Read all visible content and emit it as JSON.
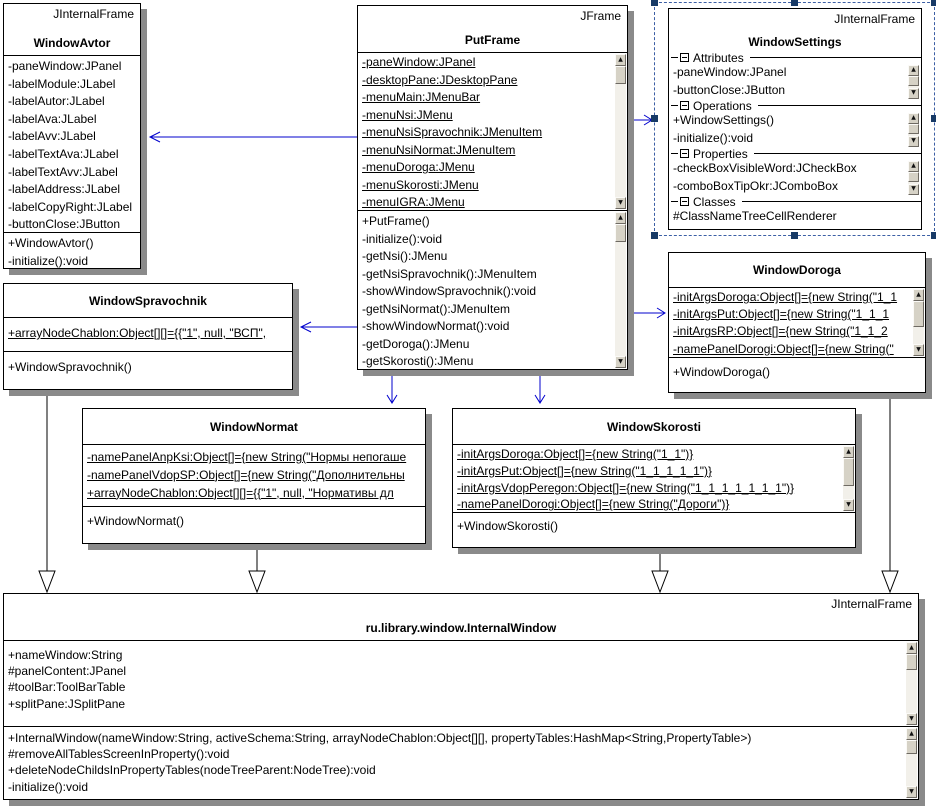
{
  "colors": {
    "dependency_arrow": "#0000cd",
    "inheritance_line": "#000000",
    "box_shadow": "#8a8a8a",
    "selection_handle": "#173a66",
    "selection_border": "#3c5fa5"
  },
  "icons": {
    "collapse": "−",
    "scroll_up": "▲",
    "scroll_down": "▼"
  },
  "classes": {
    "windowAvtor": {
      "stereotype": "JInternalFrame",
      "name": "WindowAvtor",
      "attributes": [
        "-paneWindow:JPanel",
        "-labelModule:JLabel",
        "-labelAutor:JLabel",
        "-labelAva:JLabel",
        "-labelAvv:JLabel",
        "-labelTextAva:JLabel",
        "-labelTextAvv:JLabel",
        "-labelAddress:JLabel",
        "-labelCopyRight:JLabel",
        "-buttonClose:JButton"
      ],
      "methods": [
        "+WindowAvtor()",
        "-initialize():void"
      ]
    },
    "putFrame": {
      "stereotype": "JFrame",
      "name": "PutFrame",
      "attributes": [
        "-paneWindow:JPanel",
        "-desktopPane:JDesktopPane",
        "-menuMain:JMenuBar",
        "-menuNsi:JMenu",
        "-menuNsiSpravochnik:JMenuItem",
        "-menuNsiNormat:JMenuItem",
        "-menuDoroga:JMenu",
        "-menuSkorosti:JMenu",
        "-menuIGRA:JMenu"
      ],
      "methods": [
        "+PutFrame()",
        "-initialize():void",
        "-getNsi():JMenu",
        "-getNsiSpravochnik():JMenuItem",
        "-showWindowSpravochnik():void",
        "-getNsiNormat():JMenuItem",
        "-showWindowNormat():void",
        "-getDoroga():JMenu",
        "-getSkorosti():JMenu"
      ]
    },
    "windowSettings": {
      "stereotype": "JInternalFrame",
      "name": "WindowSettings",
      "sections": [
        {
          "label": "Attributes",
          "items": [
            "-paneWindow:JPanel",
            "-buttonClose:JButton"
          ]
        },
        {
          "label": "Operations",
          "items": [
            "+WindowSettings()",
            "-initialize():void"
          ]
        },
        {
          "label": "Properties",
          "items": [
            "-checkBoxVisibleWord:JCheckBox",
            "-comboBoxTipOkr:JComboBox"
          ]
        },
        {
          "label": "Classes",
          "items": [
            "#ClassNameTreeCellRenderer"
          ]
        }
      ]
    },
    "windowSpravochnik": {
      "name": "WindowSpravochnik",
      "attributes": [
        "+arrayNodeChablon:Object[][]={{\"1\", null, \"ВСП\","
      ],
      "methods": [
        "+WindowSpravochnik()"
      ]
    },
    "windowDoroga": {
      "name": "WindowDoroga",
      "attributes": [
        "-initArgsDoroga:Object[]={new String(\"1_1",
        "-initArgsPut:Object[]={new String(\"1_1_1",
        "-initArgsRP:Object[]={new String(\"1_1_2",
        "-namePanelDorogi:Object[]={new String(\""
      ],
      "methods": [
        "+WindowDoroga()"
      ]
    },
    "windowNormat": {
      "name": "WindowNormat",
      "attributes": [
        "-namePanelAnpKsi:Object[]={new String(\"Нормы непогаше",
        "-namePanelVdopSP:Object[]={new String(\"Дополнительны",
        "+arrayNodeChablon:Object[][]={{\"1\", null, \"Нормативы дл"
      ],
      "methods": [
        "+WindowNormat()"
      ]
    },
    "windowSkorosti": {
      "name": "WindowSkorosti",
      "attributes": [
        "-initArgsDoroga:Object[]={new String(\"1_1\")}",
        "-initArgsPut:Object[]={new String(\"1_1_1_1_1\")}",
        "-initArgsVdopPeregon:Object[]={new String(\"1_1_1_1_1_1_1\")}",
        "-namePanelDorogi:Object[]={new String(\"Дороги\")}"
      ],
      "methods": [
        "+WindowSkorosti()"
      ]
    },
    "internalWindow": {
      "stereotype": "JInternalFrame",
      "name": "ru.library.window.InternalWindow",
      "attributes": [
        "+nameWindow:String",
        "#panelContent:JPanel",
        "#toolBar:ToolBarTable",
        "+splitPane:JSplitPane"
      ],
      "methods": [
        "+InternalWindow(nameWindow:String, activeSchema:String, arrayNodeChablon:Object[][], propertyTables:HashMap<String,PropertyTable>)",
        "#removeAllTablesScreenInProperty():void",
        "+deleteNodeChildsInPropertyTables(nodeTreeParent:NodeTree):void",
        "-initialize():void"
      ]
    }
  }
}
